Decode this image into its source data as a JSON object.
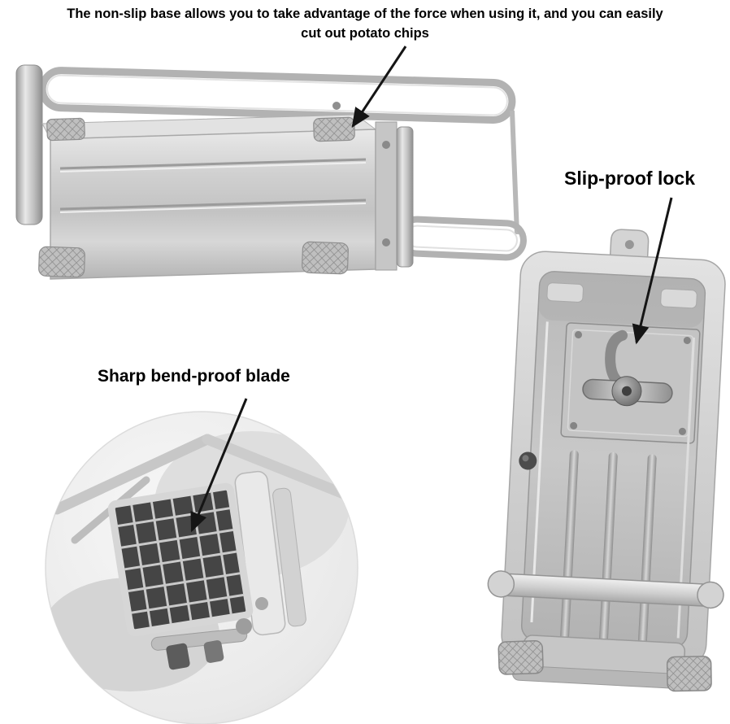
{
  "captions": {
    "top_line1": "The non-slip base allows you to take advantage of the force when using it, and you can easily",
    "top_line2": "cut out potato chips",
    "slip_proof_lock": "Slip-proof lock",
    "sharp_blade": "Sharp bend-proof blade"
  },
  "colors": {
    "background": "#ffffff",
    "text": "#000000",
    "arrow": "#151515",
    "steel_light": "#ededed",
    "steel_mid": "#c6c6c6",
    "steel_dark": "#8f8f8f"
  }
}
